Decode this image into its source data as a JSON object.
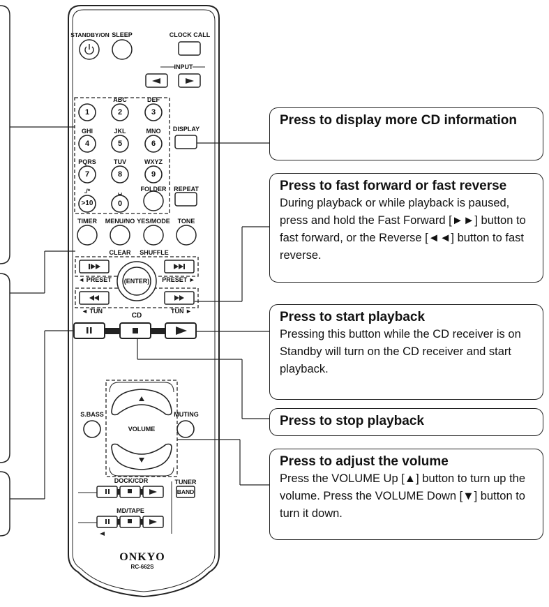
{
  "remote": {
    "labels": {
      "standby_on": "STANDBY/ON",
      "sleep": "SLEEP",
      "clock_call": "CLOCK CALL",
      "input": "INPUT",
      "display": "DISPLAY",
      "folder": "FOLDER",
      "repeat": "REPEAT",
      "timer": "TIMER",
      "menu_no": "MENU/NO",
      "yes_mode": "YES/MODE",
      "tone": "TONE",
      "clear": "CLEAR",
      "shuffle": "SHUFFLE",
      "preset_left": "◄ PRESET",
      "preset_right": "PRESET ►",
      "enter": "(ENTER)",
      "tun_left": "◄ TUN",
      "tun_right": "TUN ►",
      "cd": "CD",
      "s_bass": "S.BASS",
      "volume": "VOLUME",
      "muting": "MUTING",
      "dock_cdr": "DOCK/CDR",
      "tuner": "TUNER",
      "band": "BAND",
      "md_tape": "MD/TAPE",
      "brand": "ONKYO",
      "model": "RC-662S"
    },
    "keypad": [
      {
        "num": "1",
        "letters": ""
      },
      {
        "num": "2",
        "letters": "ABC"
      },
      {
        "num": "3",
        "letters": "DEF"
      },
      {
        "num": "4",
        "letters": "GHI"
      },
      {
        "num": "5",
        "letters": "JKL"
      },
      {
        "num": "6",
        "letters": "MNO"
      },
      {
        "num": "7",
        "letters": "PQRS"
      },
      {
        "num": "8",
        "letters": "TUV"
      },
      {
        "num": "9",
        "letters": "WXYZ"
      },
      {
        "num": ">10",
        "letters": "./*"
      },
      {
        "num": "0",
        "letters": "␣"
      }
    ]
  },
  "callouts": {
    "display": {
      "title": "Press to display more CD information"
    },
    "fast": {
      "title": "Press to fast forward or fast reverse",
      "body": "During playback or while playback is paused, press and hold the Fast Forward [►►] button to fast forward, or the Reverse [◄◄] button to fast reverse."
    },
    "play": {
      "title": "Press to start playback",
      "body": "Pressing this button while the CD receiver is on Standby will turn on the CD receiver and start playback."
    },
    "stop": {
      "title": "Press to stop playback"
    },
    "volume": {
      "title": "Press to adjust the volume",
      "body": "Press the VOLUME Up [▲] button to turn up the volume. Press the VOLUME Down [▼] button to turn it down."
    }
  }
}
